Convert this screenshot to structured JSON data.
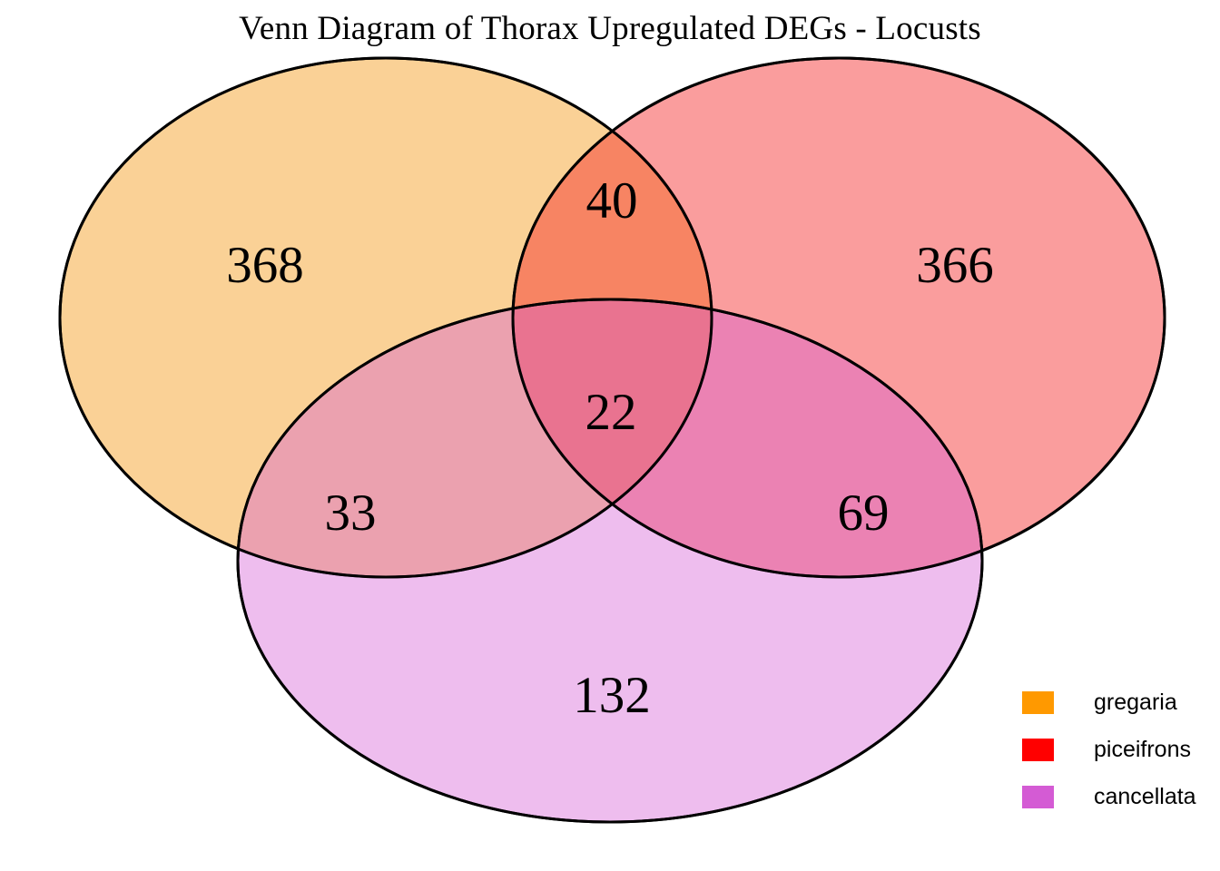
{
  "chart_data": {
    "type": "venn",
    "title": "Venn Diagram of Thorax Upregulated DEGs - Locusts",
    "sets": [
      "gregaria",
      "piceifrons",
      "cancellata"
    ],
    "set_colors": [
      "#FF9900",
      "#FF0000",
      "#D45BD4"
    ],
    "regions": [
      {
        "id": "gregaria_only",
        "sets": [
          "gregaria"
        ],
        "value": 368
      },
      {
        "id": "piceifrons_only",
        "sets": [
          "piceifrons"
        ],
        "value": 366
      },
      {
        "id": "cancellata_only",
        "sets": [
          "cancellata"
        ],
        "value": 132
      },
      {
        "id": "gregaria_piceifrons",
        "sets": [
          "gregaria",
          "piceifrons"
        ],
        "value": 40
      },
      {
        "id": "gregaria_cancellata",
        "sets": [
          "gregaria",
          "cancellata"
        ],
        "value": 33
      },
      {
        "id": "piceifrons_cancellata",
        "sets": [
          "piceifrons",
          "cancellata"
        ],
        "value": 69
      },
      {
        "id": "all_three",
        "sets": [
          "gregaria",
          "piceifrons",
          "cancellata"
        ],
        "value": 22
      }
    ],
    "legend_position": "bottom-right"
  },
  "title": {
    "text": "Venn Diagram of Thorax Upregulated DEGs - Locusts"
  },
  "venn": {
    "counts": {
      "gregaria_only": "368",
      "piceifrons_only": "366",
      "cancellata_only": "132",
      "gregaria_piceifrons": "40",
      "gregaria_cancellata": "33",
      "piceifrons_cancellata": "69",
      "all_three": "22"
    },
    "fills": {
      "gregaria": "#FBCC8C",
      "piceifrons": "#FA8080",
      "cancellata": "#E7ACE8"
    },
    "stroke": "#000000"
  },
  "legend": {
    "items": [
      {
        "label": "gregaria",
        "color": "#FF9900"
      },
      {
        "label": "piceifrons",
        "color": "#FF0000"
      },
      {
        "label": "cancellata",
        "color": "#D45BD4"
      }
    ]
  }
}
